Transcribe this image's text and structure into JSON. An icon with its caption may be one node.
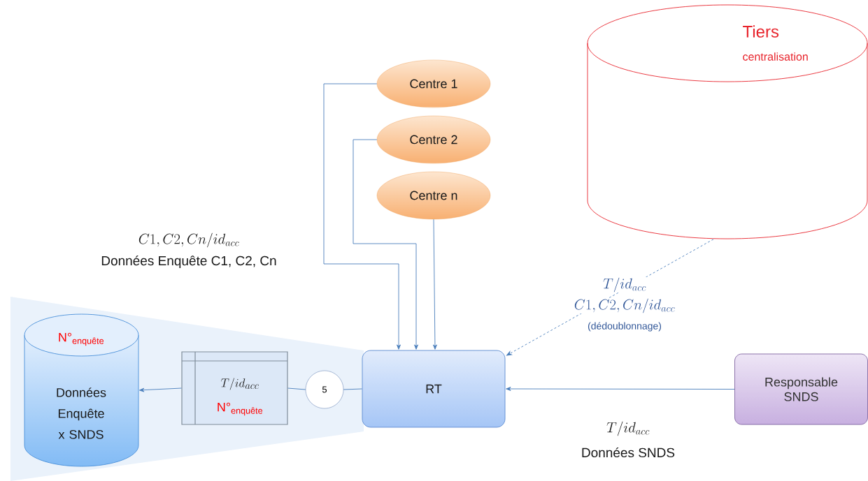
{
  "diagram": {
    "nodes": [
      {
        "text": [
          "Centre 1"
        ]
      },
      {
        "text": [
          "Centre 2"
        ]
      },
      {
        "text": [
          "Centre n"
        ]
      },
      {
        "text": [
          "Tiers",
          "centralisation"
        ]
      },
      {
        "text": [
          "RT"
        ]
      },
      {
        "text": [
          "Responsable SNDS"
        ]
      },
      {
        "text": [
          "5"
        ]
      },
      {
        "text": [
          "T/id_{acc}",
          "N°$_{enquête}$"
        ]
      },
      {
        "text": [
          "N°$_{enquête}$",
          "Données Enquête x SNDS"
        ]
      }
    ],
    "edges": [
      {
        "from": 0,
        "to": 4,
        "arrow": "to"
      },
      {
        "from": 1,
        "to": 4,
        "arrow": "to"
      },
      {
        "from": 2,
        "to": 4,
        "arrow": "to"
      },
      {
        "from": 3,
        "to": 4,
        "arrow": "to",
        "style": "dashed"
      },
      {
        "from": 5,
        "to": 4,
        "arrow": "to"
      },
      {
        "from": 4,
        "to": 6,
        "arrow": "none"
      },
      {
        "from": 6,
        "to": 7,
        "arrow": "none"
      },
      {
        "from": 7,
        "to": 8,
        "arrow": "to"
      }
    ],
    "labels": [
      "C1, C2, Cn/id_{acc}",
      "Données Enquête C1, C2, Cn",
      "T/id_{acc}",
      "C1, C2, Cn/id_{acc}",
      "(dédoublonnage)",
      "T/id_{acc}",
      "Données SNDS"
    ]
  }
}
